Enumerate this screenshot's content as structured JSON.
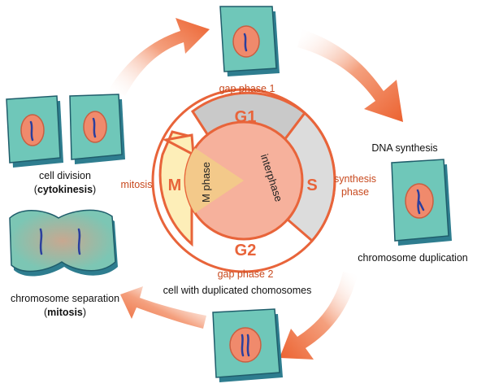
{
  "labels": {
    "gap1": "gap phase 1",
    "dna_synthesis": "DNA synthesis",
    "synthesis_phase_1": "synthesis",
    "synthesis_phase_2": "phase",
    "chromosome_duplication": "chromosome duplication",
    "gap2": "gap phase 2",
    "duplicated": "cell with duplicated chomosomes",
    "separation_1": "chromosome separation",
    "separation_2a": "(",
    "separation_2b": "mitosis",
    "separation_2c": ")",
    "division_1": "cell division",
    "division_2a": "(",
    "division_2b": "cytokinesis",
    "division_2c": ")",
    "mitosis": "mitosis"
  },
  "phases": {
    "g1": "G1",
    "s": "S",
    "g2": "G2",
    "m": "M",
    "interphase": "interphase",
    "m_phase": "M phase"
  },
  "colors": {
    "orange": "#e8643a",
    "interphase_fill": "#f6b19c",
    "g1_band": "#c9c9c9",
    "s_band": "#dcdcdc",
    "m_band": "#fdeeb8",
    "m_wedge": "#f3c98a",
    "cell_fill": "#6fc7b9",
    "cell_dark": "#2e7d8f",
    "nucleus": "#f08a6c",
    "chromosome": "#2b3f9e"
  }
}
